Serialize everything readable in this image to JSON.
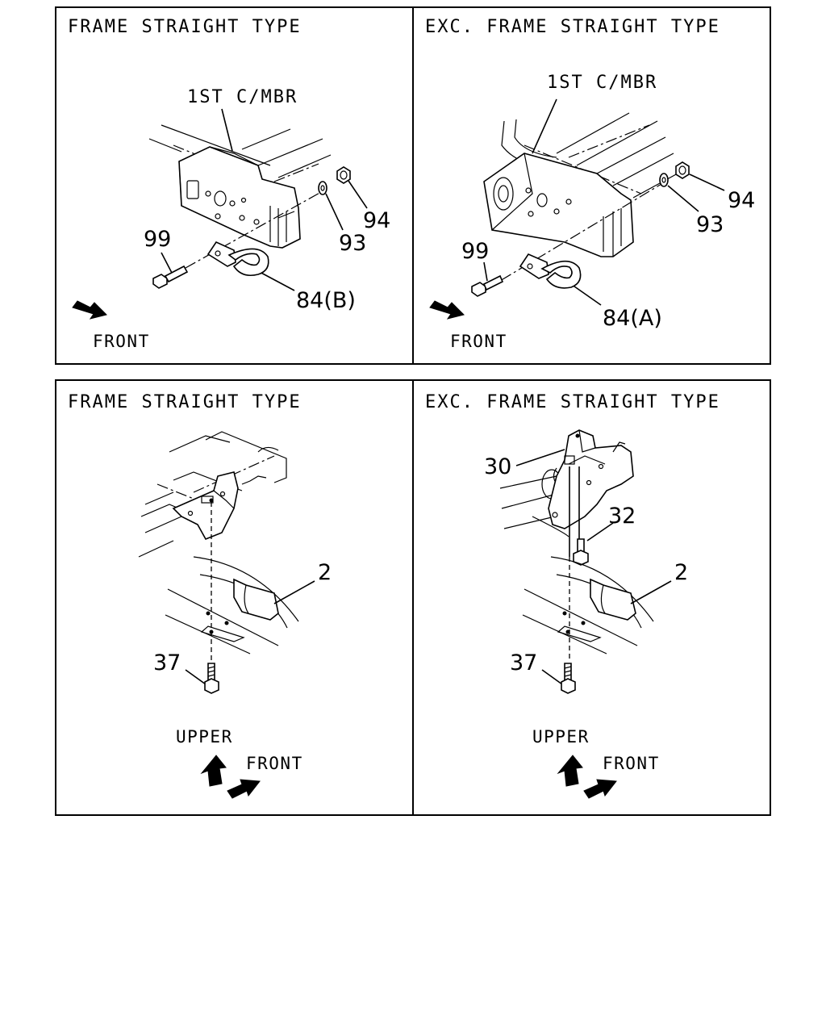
{
  "panels": [
    {
      "title": "FRAME STRAIGHT TYPE",
      "member_label": "1ST C/MBR",
      "callouts": [
        "99",
        "93",
        "94",
        "84(B)"
      ],
      "direction_labels": [
        "FRONT"
      ]
    },
    {
      "title": "EXC. FRAME STRAIGHT TYPE",
      "member_label": "1ST C/MBR",
      "callouts": [
        "99",
        "93",
        "94",
        "84(A)"
      ],
      "direction_labels": [
        "FRONT"
      ]
    },
    {
      "title": "FRAME STRAIGHT TYPE",
      "callouts": [
        "2",
        "37"
      ],
      "direction_labels": [
        "UPPER",
        "FRONT"
      ]
    },
    {
      "title": "EXC. FRAME STRAIGHT TYPE",
      "callouts": [
        "30",
        "32",
        "2",
        "37"
      ],
      "direction_labels": [
        "UPPER",
        "FRONT"
      ]
    }
  ],
  "icons": [
    "front-arrow-icon",
    "upper-arrow-icon"
  ]
}
